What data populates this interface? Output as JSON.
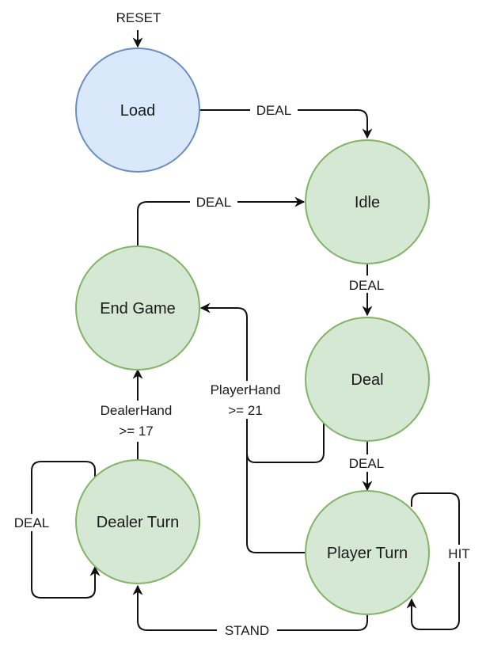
{
  "diagram": {
    "states": {
      "load": "Load",
      "idle": "Idle",
      "deal": "Deal",
      "player_turn": "Player Turn",
      "dealer_turn": "Dealer Turn",
      "end_game": "End Game"
    },
    "transitions": {
      "reset": "RESET",
      "load_to_idle": "DEAL",
      "end_to_idle": "DEAL",
      "idle_to_deal": "DEAL",
      "deal_to_player": "DEAL",
      "player_hit": "HIT",
      "player_to_dealer": "STAND",
      "dealer_self": "DEAL",
      "dealer_to_end_line1": "DealerHand",
      "dealer_to_end_line2": ">= 17",
      "player_to_end_line1": "PlayerHand",
      "player_to_end_line2": ">= 21"
    },
    "colors": {
      "initial_fill": "#dae8fc",
      "initial_stroke": "#6c8ebf",
      "state_fill": "#d5e8d4",
      "state_stroke": "#82b366",
      "edge": "#111111"
    }
  }
}
